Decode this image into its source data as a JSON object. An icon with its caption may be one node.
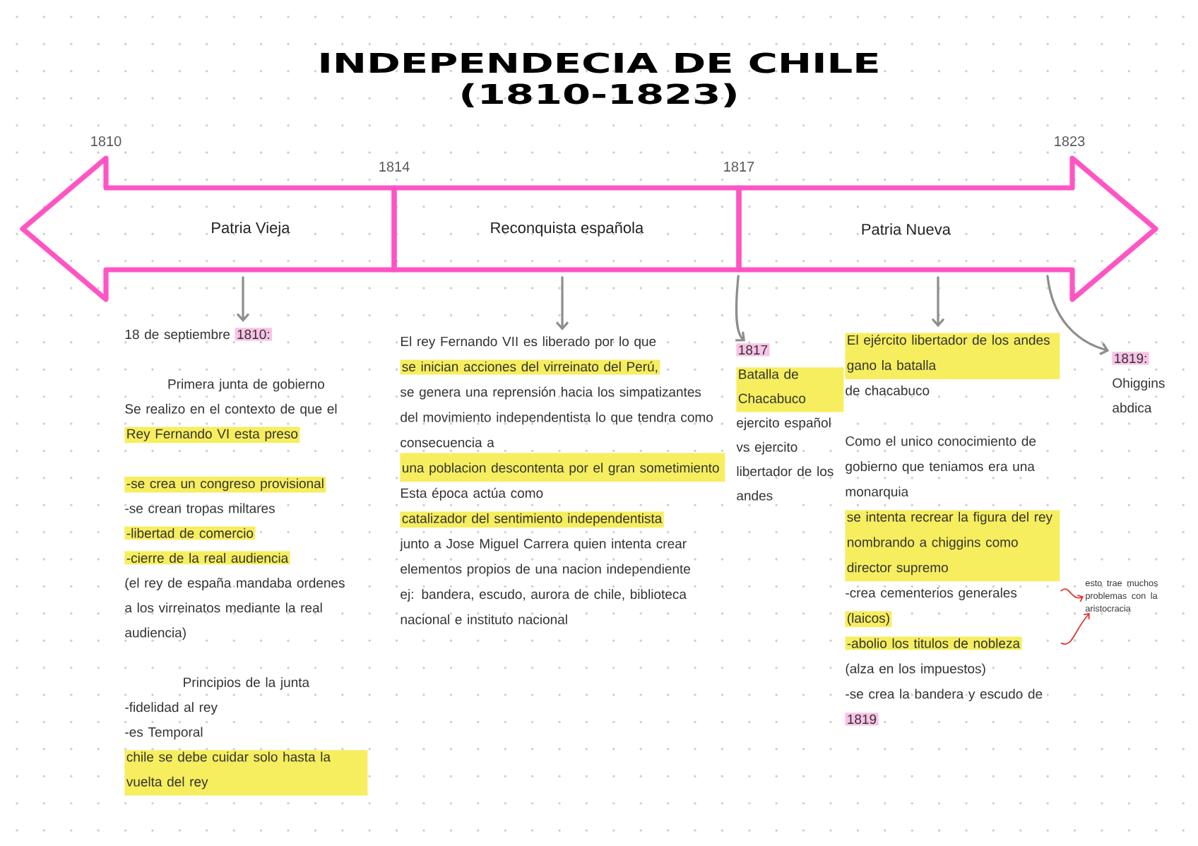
{
  "diagram": {
    "title": "INDEPENDECIA DE CHILE (1810-1823)",
    "nodes": [
      {
        "text": [
          "Patria Vieja"
        ]
      },
      {
        "text": [
          "Reconquista española"
        ]
      },
      {
        "text": [
          "Patria Nueva"
        ]
      },
      {
        "text": [
          "18 de septiembre",
          "1810:",
          "Primera junta de gobierno",
          "Se realizo en el contexto de que el",
          "Rey Fernando VI esta preso",
          "-se crea un congreso provisional",
          "-se crean tropas miltares",
          "-libertad de comercio",
          "-cierre de la real audiencia",
          "(el rey de españa mandaba ordenes a los virreinatos mediante la real audiencia)",
          "Principios de la junta",
          "-fidelidad al rey",
          "-es Temporal",
          "chile se debe cuidar solo hasta la vuelta del rey"
        ]
      },
      {
        "text": [
          "El rey Fernando VII es liberado por lo que",
          "se inician acciones del virreinato del Perú,",
          "se genera una reprensión hacia los simpatizantes del movimiento independentista lo que tendra como consecuencia a",
          "una poblacion descontenta por el gran sometimiento",
          "Esta época actúa como",
          "catalizador del sentimiento independentista",
          "junto a Jose Miguel Carrera quien intenta crear elementos propios de una nacion independiente",
          "ej: bandera, escudo, aurora de chile, biblioteca nacional e instituto nacional"
        ]
      },
      {
        "text": [
          "1817",
          "Batalla de Chacabuco",
          "ejercito español vs ejercito libertador de los andes"
        ]
      },
      {
        "text": [
          "El ejército libertador de los andes gano la batalla",
          "de chacabuco",
          "Como el unico conocimiento de gobierno que teniamos era una monarquia",
          "se intenta recrear la figura del rey nombrando a chiggins como director supremo",
          "-crea cementerios generales",
          "(laicos)",
          "-abolio los titulos de nobleza",
          "(alza en los impuestos)",
          "-se crea la bandera y escudo de",
          "1819"
        ]
      },
      {
        "text": [
          "1819:",
          "Ohiggins abdica"
        ]
      },
      {
        "text": [
          "esto trae muchos problemas con la aristocracia"
        ]
      }
    ],
    "edges": [
      {
        "from": 0,
        "to": 3,
        "arrow": "to"
      },
      {
        "from": 1,
        "to": 4,
        "arrow": "to"
      },
      {
        "from": 2,
        "to": 5,
        "arrow": "to"
      },
      {
        "from": 2,
        "to": 6,
        "arrow": "to"
      },
      {
        "from": 2,
        "to": 7,
        "arrow": "to"
      },
      {
        "from": 6,
        "to": 8,
        "arrow": "to",
        "color": "#e0352b"
      },
      {
        "from": 6,
        "to": 8,
        "arrow": "to",
        "color": "#e0352b"
      }
    ],
    "labels": [
      "1810",
      "1814",
      "1817",
      "1823"
    ]
  }
}
